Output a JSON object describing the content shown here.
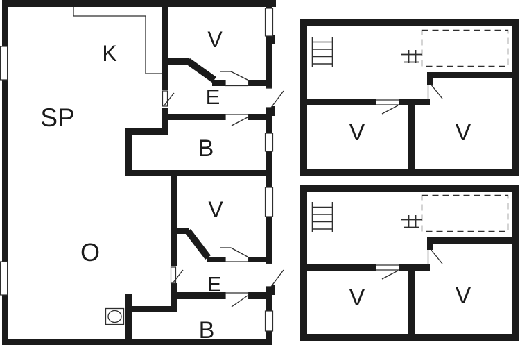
{
  "document": {
    "type": "floor-plan-drawing",
    "description": "Black and white architectural floor plan: one large main dwelling plan (left) and two smaller annex plans (right, stacked)"
  },
  "colors": {
    "wall": "#1b1b1b",
    "thin_line": "#2e2e2e",
    "background": "#ffffff"
  },
  "plans": {
    "main": {
      "name": "main-house-plan",
      "rooms": [
        {
          "id": "k",
          "label": "K"
        },
        {
          "id": "sp",
          "label": "SP"
        },
        {
          "id": "v-upper",
          "label": "V"
        },
        {
          "id": "e-upper",
          "label": "E"
        },
        {
          "id": "b-upper",
          "label": "B"
        },
        {
          "id": "o",
          "label": "O"
        },
        {
          "id": "v-lower",
          "label": "V"
        },
        {
          "id": "e-lower",
          "label": "E"
        },
        {
          "id": "b-lower",
          "label": "B"
        }
      ],
      "icons": [
        "kitchen-counter",
        "washing-machine",
        "window",
        "door-swing"
      ]
    },
    "annex_top": {
      "name": "annex-upper-plan",
      "rooms": [
        {
          "id": "v-left",
          "label": "V"
        },
        {
          "id": "v-right",
          "label": "V"
        }
      ],
      "icons": [
        "ladder",
        "loft-ladder",
        "dashed-loft-area",
        "door-swing"
      ]
    },
    "annex_bottom": {
      "name": "annex-lower-plan",
      "rooms": [
        {
          "id": "v-left",
          "label": "V"
        },
        {
          "id": "v-right",
          "label": "V"
        }
      ],
      "icons": [
        "ladder",
        "loft-ladder",
        "dashed-loft-area",
        "door-swing"
      ]
    }
  }
}
